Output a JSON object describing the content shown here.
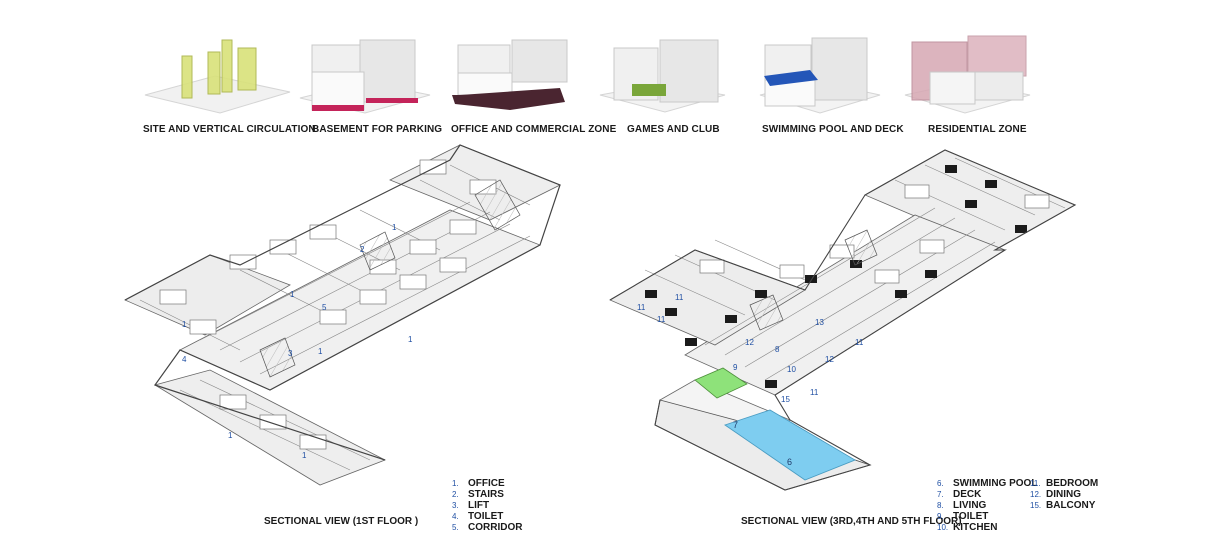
{
  "thumbnails": [
    {
      "caption": "SITE AND VERTICAL CIRCULATION",
      "accent": "#c9d96a"
    },
    {
      "caption": "BASEMENT FOR PARKING",
      "accent": "#c4245a"
    },
    {
      "caption": "OFFICE AND COMMERCIAL ZONE",
      "accent": "#4a2530"
    },
    {
      "caption": "GAMES AND CLUB",
      "accent": "#7aa63a"
    },
    {
      "caption": "SWIMMING POOL AND DECK",
      "accent": "#2456b8"
    },
    {
      "caption": "RESIDENTIAL ZONE",
      "accent": "#c98a98"
    }
  ],
  "left_plan": {
    "caption": "SECTIONAL VIEW (1ST FLOOR )",
    "room_labels": [
      "1",
      "1",
      "1",
      "1",
      "2",
      "3",
      "4",
      "5",
      "1",
      "1",
      "1"
    ],
    "legend": [
      {
        "num": "1.",
        "label": "OFFICE"
      },
      {
        "num": "2.",
        "label": "STAIRS"
      },
      {
        "num": "3.",
        "label": "LIFT"
      },
      {
        "num": "4.",
        "label": "TOILET"
      },
      {
        "num": "5.",
        "label": "CORRIDOR"
      }
    ]
  },
  "right_plan": {
    "caption": "SECTIONAL VIEW (3RD,4TH AND 5TH FLOOR)",
    "room_labels": [
      "11",
      "11",
      "11",
      "12",
      "13",
      "8",
      "9",
      "10",
      "12",
      "11",
      "15",
      "11",
      "7",
      "6"
    ],
    "legend_col1": [
      {
        "num": "6.",
        "label": "SWIMMING POOL"
      },
      {
        "num": "7.",
        "label": "DECK"
      },
      {
        "num": "8.",
        "label": "LIVING"
      },
      {
        "num": "9.",
        "label": "TOILET"
      },
      {
        "num": "10.",
        "label": "KITCHEN"
      }
    ],
    "legend_col2": [
      {
        "num": "11.",
        "label": "BEDROOM"
      },
      {
        "num": "12.",
        "label": "DINING"
      },
      {
        "num": "15.",
        "label": "BALCONY"
      }
    ],
    "pool_color": "#7ecdf0",
    "deck_color": "#8ee27a"
  }
}
